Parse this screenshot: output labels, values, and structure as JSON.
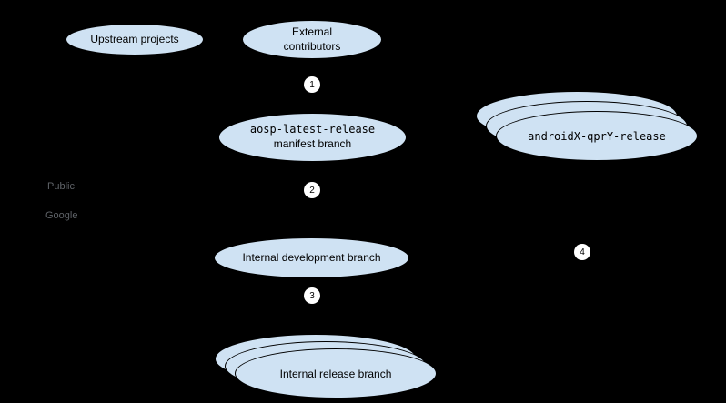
{
  "diagram": {
    "nodes": {
      "upstream_projects": {
        "label": "Upstream projects"
      },
      "external_contributors": {
        "line1": "External",
        "line2": "contributors"
      },
      "aosp_manifest": {
        "line1": "aosp-latest-release",
        "line2": "manifest branch"
      },
      "androidx_release": {
        "label": "androidX-qprY-release"
      },
      "internal_dev": {
        "label": "Internal development branch"
      },
      "internal_release": {
        "label": "Internal release branch"
      }
    },
    "steps": {
      "s1": "1",
      "s2": "2",
      "s3": "3",
      "s4": "4"
    },
    "zones": {
      "public": "Public",
      "google": "Google"
    },
    "colors": {
      "background": "#000000",
      "node_fill": "#cfe2f3",
      "node_border": "#000000",
      "badge_fill": "#ffffff",
      "badge_text": "#000000",
      "zone_text": "#5f6368"
    }
  }
}
